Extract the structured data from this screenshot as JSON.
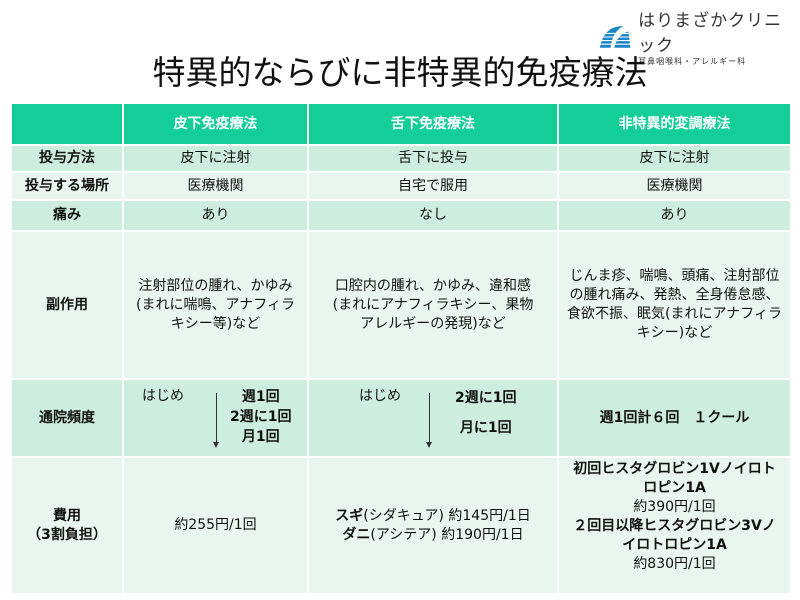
{
  "logo": {
    "name": "はりまざかクリニック",
    "subtitle": "耳鼻咽喉科・アレルギー科",
    "color": "#1a86c8"
  },
  "title": "特異的ならびに非特異的免疫療法",
  "colors": {
    "header": "#13cf97",
    "row_dark": "#cdeddf",
    "row_light": "#e8f6ef"
  },
  "table": {
    "headers": [
      "",
      "皮下免疫療法",
      "舌下免疫療法",
      "非特異的変調療法"
    ],
    "rows": [
      {
        "label": "投与方法",
        "cells": [
          "皮下に注射",
          "舌下に投与",
          "皮下に注射"
        ]
      },
      {
        "label": "投与する場所",
        "cells": [
          "医療機関",
          "自宅で服用",
          "医療機関"
        ]
      },
      {
        "label": "痛み",
        "cells": [
          "あり",
          "なし",
          "あり"
        ]
      },
      {
        "label": "副作用",
        "cells": [
          "注射部位の腫れ、かゆみ(まれに喘鳴、アナフィラキシー等)など",
          "口腔内の腫れ、かゆみ、違和感(まれにアナフィラキシー、果物アレルギーの発現)など",
          "じんま疹、喘鳴、頭痛、注射部位の腫れ痛み、発熱、全身倦怠感、食欲不振、眠気(まれにアナフィラキシー)など"
        ]
      }
    ],
    "frequency": {
      "label": "通院頻度",
      "start": "はじめ",
      "subq": [
        "週1回",
        "2週に1回",
        "月1回"
      ],
      "sublingual": [
        "2週に1回",
        "月に1回"
      ],
      "nonspecific": "週1回計６回　１クール"
    },
    "cost": {
      "label": "費用\n（3割負担）",
      "subq": "約255円/1回",
      "sublingual": [
        {
          "drug": "スギ",
          "brand": "(シダキュア)",
          "price": "約145円/1日"
        },
        {
          "drug": "ダニ",
          "brand": "(アシテア)",
          "price": "約190円/1日"
        }
      ],
      "nonspecific": {
        "first": "初回ヒスタグロビン1Vノイロトロピン1A",
        "first_price": "約390円/1回",
        "later": "２回目以降ヒスタグロビン3Vノイロトロピン1A",
        "later_price": "約830円/1回"
      }
    }
  }
}
